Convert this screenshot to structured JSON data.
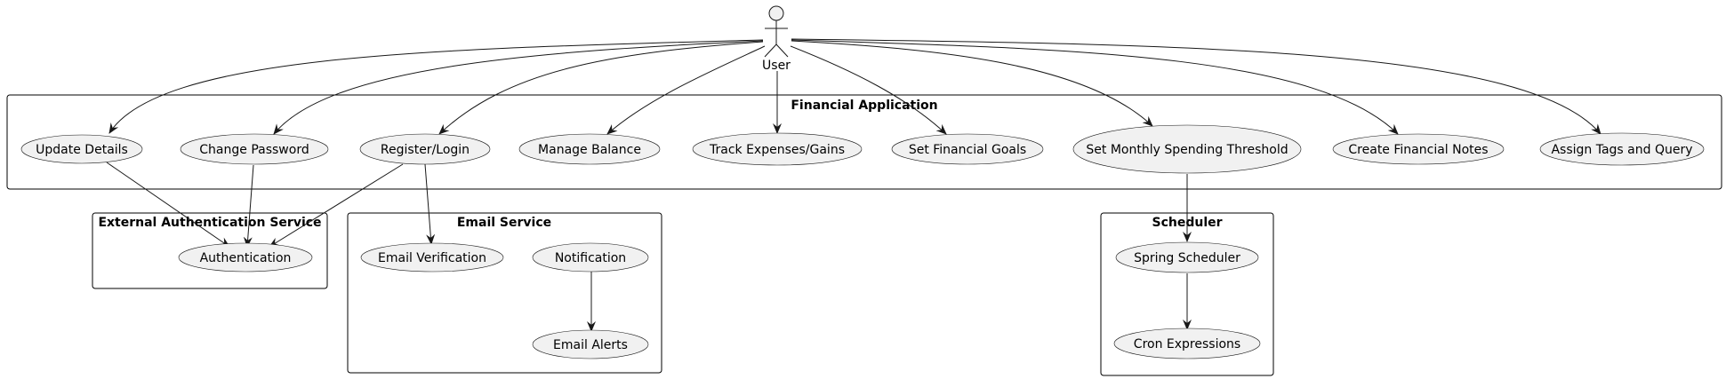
{
  "actor": {
    "name": "User"
  },
  "packages": [
    {
      "id": "app",
      "title": "Financial Application"
    },
    {
      "id": "auth",
      "title": "External Authentication Service"
    },
    {
      "id": "email",
      "title": "Email Service"
    },
    {
      "id": "sched",
      "title": "Scheduler"
    }
  ],
  "use_cases": [
    {
      "id": "update",
      "label": "Update Details"
    },
    {
      "id": "changepw",
      "label": "Change Password"
    },
    {
      "id": "register",
      "label": "Register/Login"
    },
    {
      "id": "balance",
      "label": "Manage Balance"
    },
    {
      "id": "track",
      "label": "Track Expenses/Gains"
    },
    {
      "id": "goals",
      "label": "Set Financial Goals"
    },
    {
      "id": "threshold",
      "label": "Set Monthly Spending Threshold"
    },
    {
      "id": "notes",
      "label": "Create Financial Notes"
    },
    {
      "id": "tags",
      "label": "Assign Tags and Query"
    },
    {
      "id": "authn",
      "label": "Authentication"
    },
    {
      "id": "emailver",
      "label": "Email Verification"
    },
    {
      "id": "notif",
      "label": "Notification"
    },
    {
      "id": "alerts",
      "label": "Email Alerts"
    },
    {
      "id": "spring",
      "label": "Spring Scheduler"
    },
    {
      "id": "cron",
      "label": "Cron Expressions"
    }
  ],
  "relations": [
    {
      "from": "User",
      "to": "update"
    },
    {
      "from": "User",
      "to": "changepw"
    },
    {
      "from": "User",
      "to": "register"
    },
    {
      "from": "User",
      "to": "balance"
    },
    {
      "from": "User",
      "to": "track"
    },
    {
      "from": "User",
      "to": "goals"
    },
    {
      "from": "User",
      "to": "threshold"
    },
    {
      "from": "User",
      "to": "notes"
    },
    {
      "from": "User",
      "to": "tags"
    },
    {
      "from": "update",
      "to": "authn"
    },
    {
      "from": "changepw",
      "to": "authn"
    },
    {
      "from": "register",
      "to": "authn"
    },
    {
      "from": "register",
      "to": "emailver"
    },
    {
      "from": "notif",
      "to": "alerts"
    },
    {
      "from": "threshold",
      "to": "spring"
    },
    {
      "from": "spring",
      "to": "cron"
    }
  ]
}
